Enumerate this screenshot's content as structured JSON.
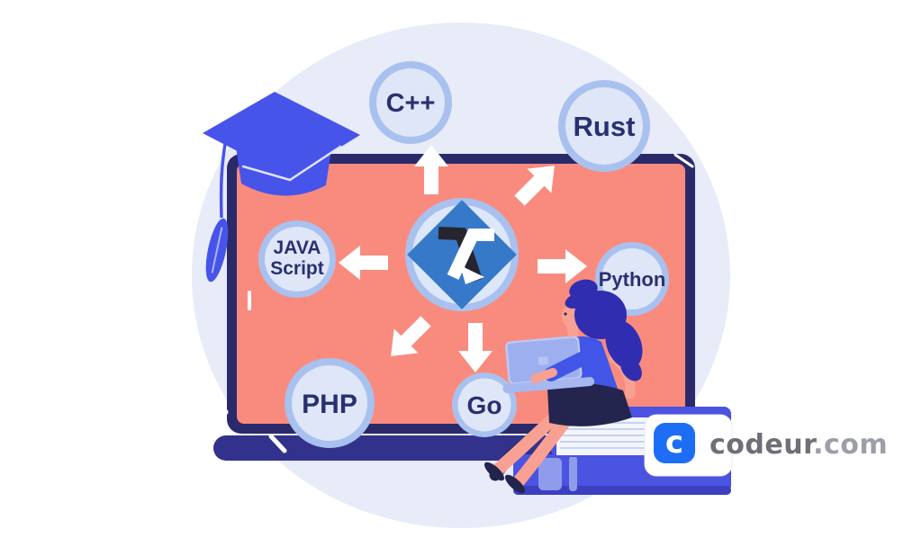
{
  "alt": "Illustration of a laptop screen with a central code-brand diamond logo and arrows pointing to programming-language bubbles, a graduation cap, and a woman coding while sitting on a stack of books, with the codeur.com logo",
  "colors": {
    "background_blob": "#e8ebf8",
    "laptop_frame": "#2a2a6b",
    "laptop_screen": "#f98b7e",
    "laptop_base": "#32328c",
    "center_diamond": "#3679c9",
    "center_glyph_dark": "#26252e",
    "bubble_ring": "#a9c1ee",
    "bubble_fill": "#dee6f8",
    "bubble_text": "#293070",
    "cap_blue": "#4754ea",
    "book_indigo": "#4b53e1",
    "book_periwinkle": "#8f9cec",
    "brand_blue": "#1e6ef5",
    "wordmark_gray": "#6f6f78",
    "wordmark_tld_gray": "#9c9ea8",
    "skin": "#f8a193",
    "hair": "#302db1",
    "shirt": "#4156e6",
    "skirt": "#23254f",
    "arrow": "#ffffff"
  },
  "icons": {
    "center": "code-brand-diamond-logo",
    "cap": "graduation-cap",
    "arrows": [
      "arrow-up",
      "arrow-up-right",
      "arrow-right",
      "arrow-left",
      "arrow-down-left",
      "arrow-down"
    ]
  },
  "languages": [
    {
      "id": "cpp",
      "label": "C++"
    },
    {
      "id": "rust",
      "label": "Rust"
    },
    {
      "id": "javascript",
      "label_line1": "JAVA",
      "label_line2": "Script"
    },
    {
      "id": "python",
      "label": "Python"
    },
    {
      "id": "php",
      "label": "PHP"
    },
    {
      "id": "go",
      "label": "Go"
    }
  ],
  "brand": {
    "logo_letter": "c",
    "name": "codeur",
    "tld": ".com"
  }
}
